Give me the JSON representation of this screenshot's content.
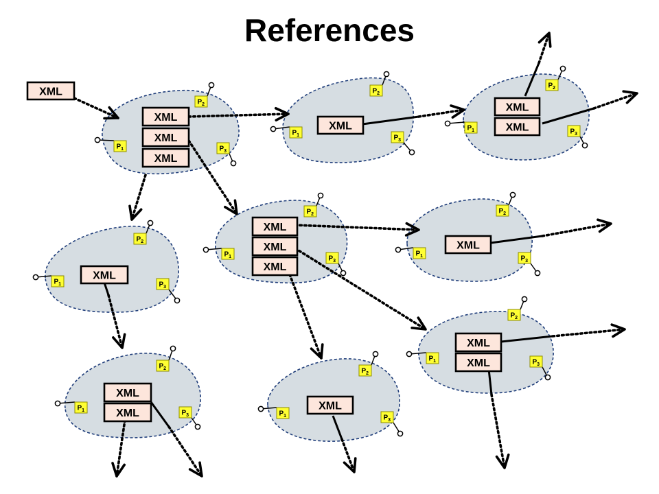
{
  "title": "References",
  "labels": {
    "xml": "XML",
    "port_letter": "P",
    "port_1": "1",
    "port_2": "2",
    "port_3": "3"
  }
}
